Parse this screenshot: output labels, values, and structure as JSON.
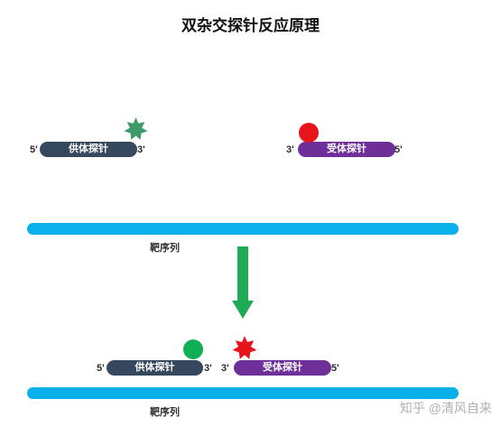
{
  "title": "双杂交探针反应原理",
  "top": {
    "donor": {
      "left_end": "5'",
      "label": "供体探针",
      "right_end": "3'"
    },
    "acceptor": {
      "left_end": "3'",
      "label": "受体探针",
      "right_end": "5'"
    },
    "target_label": "靶序列"
  },
  "bottom": {
    "donor": {
      "left_end": "5'",
      "label": "供体探针",
      "right_end": "3'"
    },
    "acceptor": {
      "left_end": "3'",
      "label": "受体探针",
      "right_end": "5'"
    },
    "target_label": "靶序列"
  },
  "watermark": "知乎 @清风自来",
  "colors": {
    "donor_probe": "#35485d",
    "acceptor_probe": "#6e2f99",
    "target": "#0ab0ea",
    "donor_fluor_quenched": "#3f9a6a",
    "acceptor_fluor_quenched": "#e8141b",
    "donor_fluor_active": "#0faf55",
    "acceptor_fluor_active": "#e8141b",
    "arrow": "#1faa55"
  }
}
